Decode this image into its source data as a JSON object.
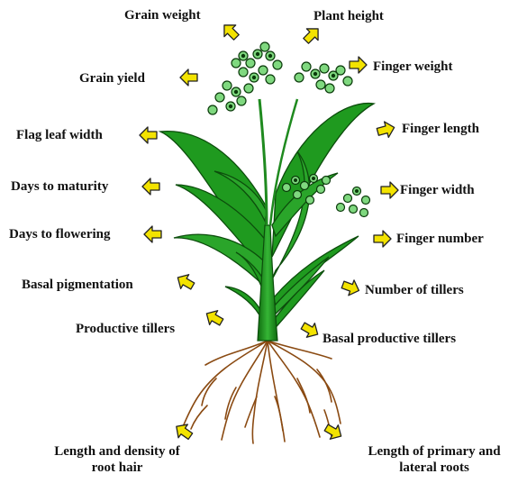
{
  "labels": {
    "grain_weight": "Grain weight",
    "plant_height": "Plant height",
    "grain_yield": "Grain yield",
    "finger_weight": "Finger weight",
    "flag_leaf_width": "Flag leaf width",
    "finger_length": "Finger length",
    "days_to_maturity": "Days to maturity",
    "finger_width": "Finger width",
    "days_to_flowering": "Days to flowering",
    "finger_number": "Finger number",
    "basal_pigmentation": "Basal pigmentation",
    "number_of_tillers": "Number of tillers",
    "productive_tillers": "Productive tillers",
    "basal_productive_tillers": "Basal productive tillers",
    "root_hair_line1": "Length and density of",
    "root_hair_line2": "root hair",
    "roots_line1": "Length of primary and",
    "roots_line2": "lateral roots"
  },
  "colors": {
    "arrow_fill": "#f3e300",
    "arrow_stroke": "#222222",
    "leaf_green": "#1f9a1f",
    "leaf_dark": "#0c4d0c",
    "stem_green": "#2aa52a",
    "grain_green": "#7fd87f",
    "root_brown": "#8a4a12"
  },
  "icons": [
    "plant-illustration",
    "arrow-icon"
  ]
}
